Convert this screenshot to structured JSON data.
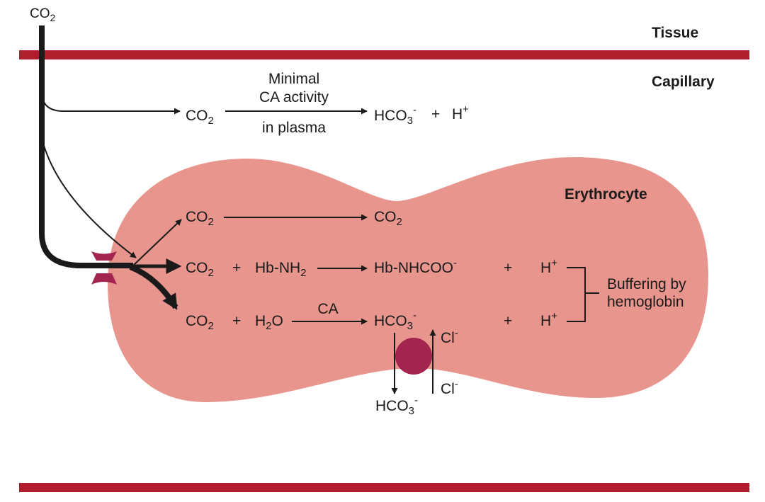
{
  "labels": {
    "tissue": "Tissue",
    "capillary": "Capillary",
    "erythrocyte": "Erythrocyte",
    "minimal": "Minimal",
    "ca_activity": "CA activity",
    "in_plasma": "in plasma",
    "ca": "CA",
    "buffering_line1": "Buffering by",
    "buffering_line2": "hemoglobin"
  },
  "chem": {
    "co2": [
      "CO",
      "2"
    ],
    "hco3": [
      "HCO",
      "3",
      "-"
    ],
    "h_plus": [
      "H",
      "+"
    ],
    "cl_minus": [
      "Cl",
      "-"
    ],
    "hb_nh2": [
      "Hb-NH",
      "2"
    ],
    "hb_nhcoo": [
      "Hb-NHCOO",
      "-"
    ],
    "h2o": [
      "H",
      "2",
      "O"
    ],
    "plus": "+"
  },
  "colors": {
    "membrane": "#b01e2e",
    "cell_fill": "#e8958e",
    "channel": "#a3244f",
    "transporter": "#a3244f",
    "ink": "#1a1a1a"
  }
}
